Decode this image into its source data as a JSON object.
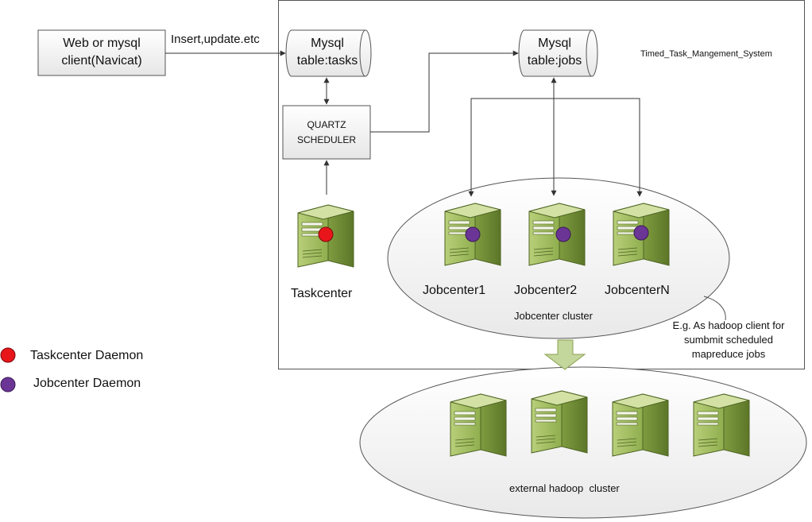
{
  "client_box": {
    "line1": "Web or mysql",
    "line2": "client(Navicat)"
  },
  "edge_client_to_tasks": "Insert,update.etc",
  "tasks_db": {
    "line1": "Mysql",
    "line2": "table:tasks"
  },
  "jobs_db": {
    "line1": "Mysql",
    "line2": "table:jobs"
  },
  "system_title": "Timed_Task_Mangement_System",
  "scheduler": {
    "line1": "QUARTZ",
    "line2": "SCHEDULER"
  },
  "taskcenter_label": "Taskcenter",
  "jobcenters": [
    "Jobcenter1",
    "Jobcenter2",
    "JobcenterN"
  ],
  "jobcenter_cluster_label": "Jobcenter cluster",
  "annotation": {
    "line1": "E.g. As hadoop client for",
    "line2": "sumbmit scheduled",
    "line3": "mapreduce jobs"
  },
  "hadoop_cluster_label": "external hadoop  cluster",
  "legend": [
    {
      "label": "Taskcenter Daemon",
      "color": "#e8161b",
      "icon": "red-dot"
    },
    {
      "label": "Jobcenter Daemon",
      "color": "#6b3596",
      "icon": "purple-dot"
    }
  ],
  "colors": {
    "server_green": "#9bbb59",
    "server_dark": "#6e8a3a",
    "arrow_fill": "#c3d69b"
  }
}
